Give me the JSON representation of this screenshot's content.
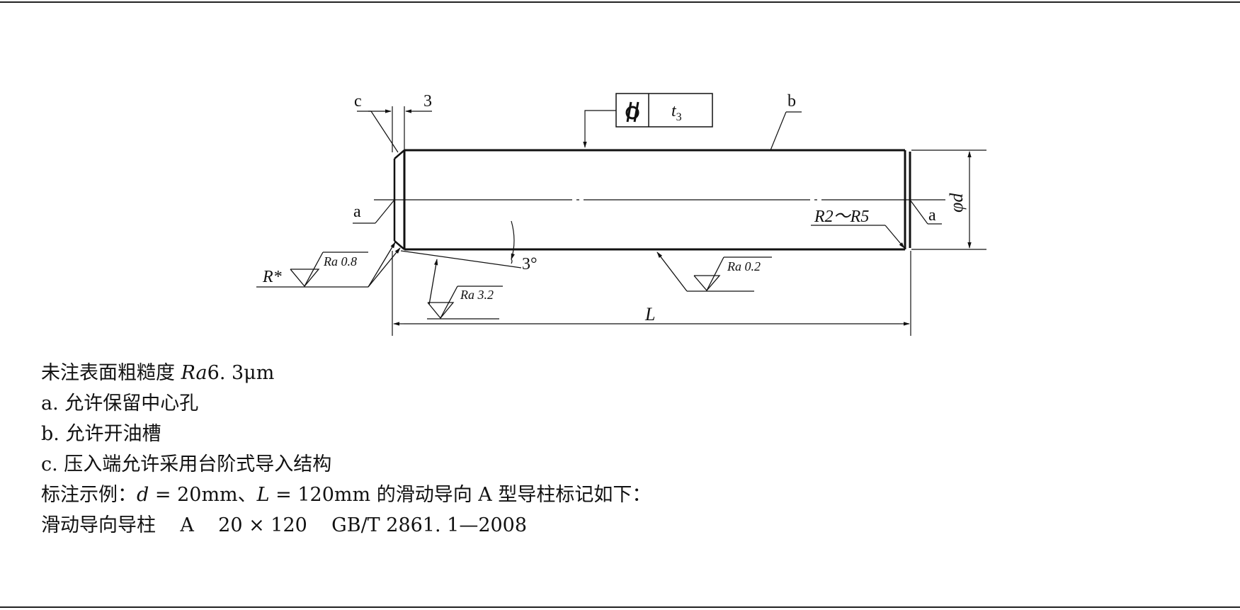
{
  "drawing": {
    "callouts": {
      "c": "c",
      "a_left": "a",
      "a_right": "a",
      "b": "b"
    },
    "dims": {
      "chamfer": "3",
      "length": "L",
      "diameter": "φd",
      "angle": "3°",
      "radius_range": "R2～R5"
    },
    "tolerance_frame": {
      "symbol": "cylindricity",
      "value": "t",
      "subscript": "3"
    },
    "roughness": [
      {
        "id": "end-face",
        "prefix": "R*",
        "label": "Ra 0.8"
      },
      {
        "id": "taper",
        "label": "Ra 3.2"
      },
      {
        "id": "body",
        "label": "Ra 0.2"
      }
    ]
  },
  "notes": {
    "line1_prefix": "未注表面粗糙度 ",
    "line1_italic": "Ra",
    "line1_suffix": "6. 3μm",
    "line2": "a. 允许保留中心孔",
    "line3": "b. 允许开油槽",
    "line4": "c. 压入端允许采用台阶式导入结构",
    "line5_a": "标注示例：",
    "line5_d": "d",
    "line5_b": " = 20mm、",
    "line5_L": "L",
    "line5_c": " = 120mm 的滑动导向 A 型导柱标记如下：",
    "line6": "滑动导向导柱    A    20 × 120    GB/T 2861. 1—2008"
  }
}
